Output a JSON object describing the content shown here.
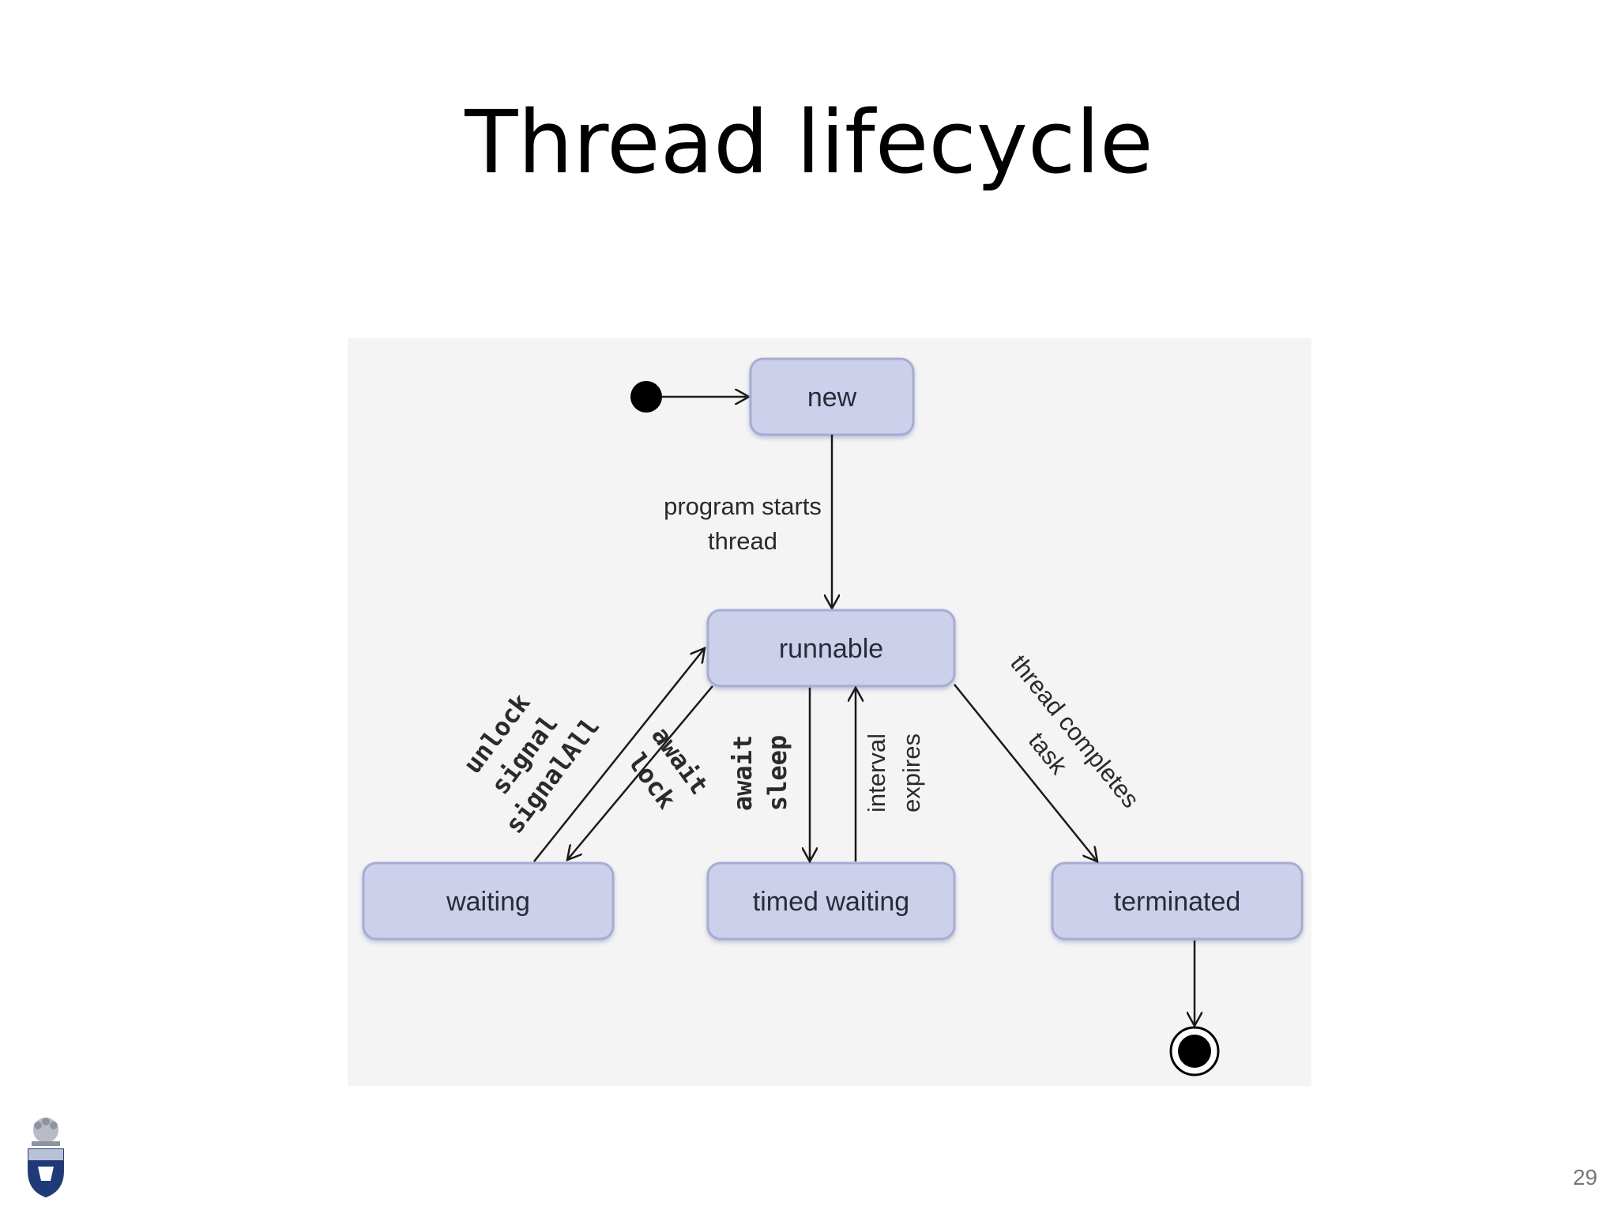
{
  "title": "Thread lifecycle",
  "page_number": "29",
  "colors": {
    "state_fill": "#ccd0ea",
    "state_stroke": "#a7acd3",
    "panel_bg": "#f4f4f4",
    "arrow": "#1a1a1a"
  },
  "states": {
    "new": "new",
    "runnable": "runnable",
    "waiting": "waiting",
    "timed_waiting": "timed waiting",
    "terminated": "terminated"
  },
  "transitions": {
    "start": [
      "program starts",
      "thread"
    ],
    "to_waiting_mono": [
      "await",
      "lock"
    ],
    "from_waiting_mono": [
      "unlock",
      "signal",
      "signalAll"
    ],
    "to_timed_mono": [
      "await",
      "sleep"
    ],
    "from_timed": [
      "interval",
      "expires"
    ],
    "to_terminated": [
      "thread completes",
      "task"
    ]
  },
  "icons": {
    "initial": "initial-state-icon",
    "final": "final-state-icon",
    "logo": "university-crest-icon"
  }
}
